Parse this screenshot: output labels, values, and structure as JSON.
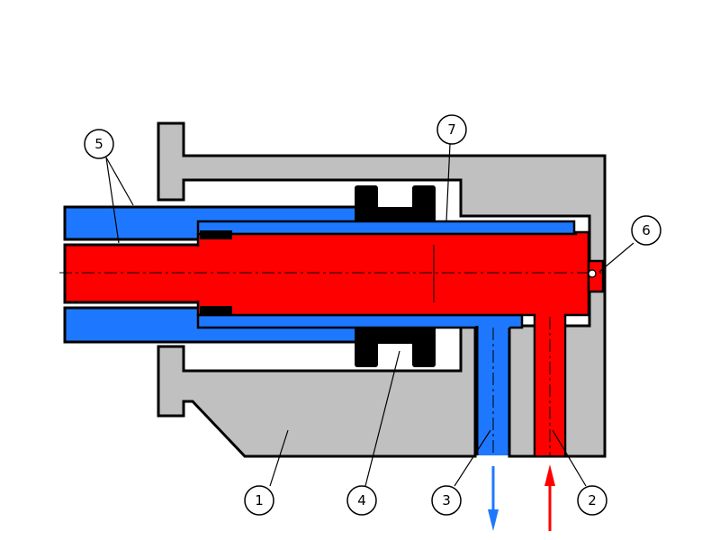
{
  "colors": {
    "housing": "#c0c0c0",
    "cold": "#1e78ff",
    "hot": "#ff0000",
    "seal": "#000000",
    "outline": "#000000",
    "background": "#ffffff"
  },
  "callouts": [
    {
      "id": "1",
      "label": "1"
    },
    {
      "id": "2",
      "label": "2"
    },
    {
      "id": "3",
      "label": "3"
    },
    {
      "id": "4",
      "label": "4"
    },
    {
      "id": "5",
      "label": "5"
    },
    {
      "id": "6",
      "label": "6"
    },
    {
      "id": "7",
      "label": "7"
    }
  ],
  "flow": {
    "outlet_direction": "down",
    "inlet_direction": "up"
  }
}
